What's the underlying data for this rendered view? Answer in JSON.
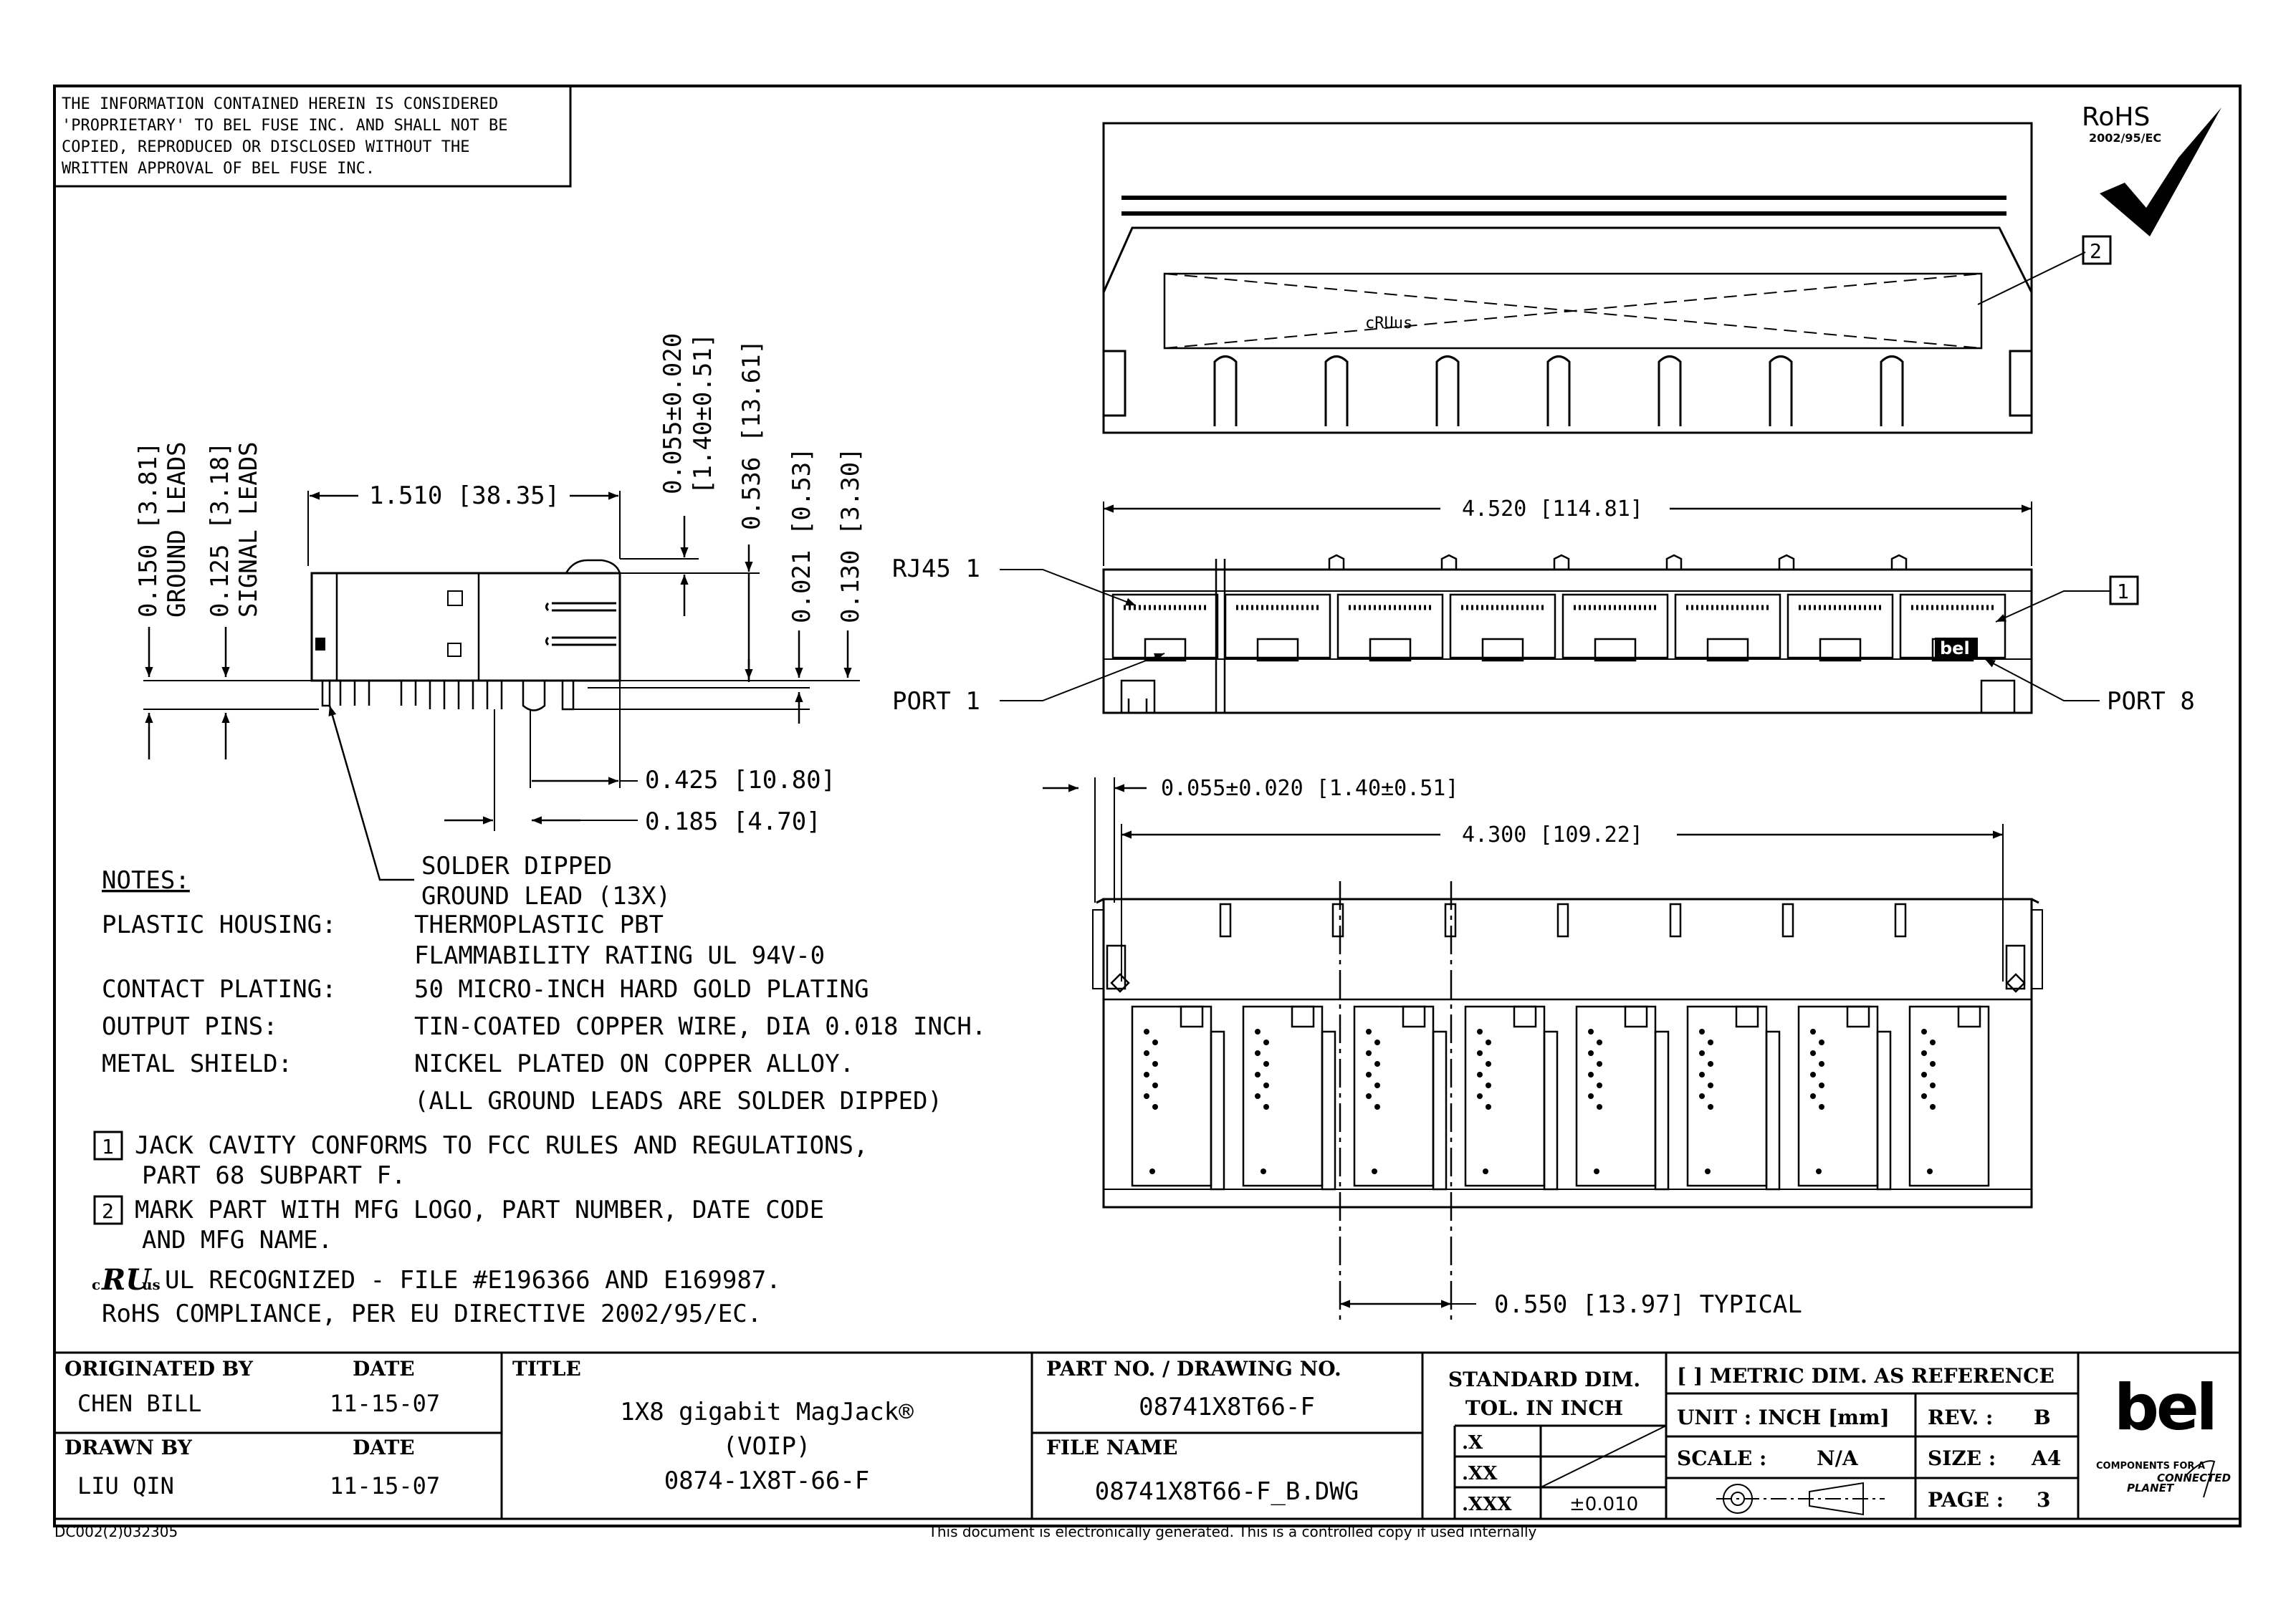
{
  "proprietary_notice": [
    "THE INFORMATION CONTAINED HEREIN IS CONSIDERED",
    "'PROPRIETARY' TO BEL FUSE INC. AND SHALL NOT BE",
    "COPIED, REPRODUCED OR DISCLOSED WITHOUT THE",
    "WRITTEN APPROVAL OF BEL FUSE INC."
  ],
  "rohs": {
    "label": "RoHS",
    "directive": "2002/95/EC"
  },
  "dims": {
    "side_length": "1.510 [38.35]",
    "lead_ground": "0.150 [3.81]",
    "lead_ground_label": "GROUND LEADS",
    "lead_signal": "0.125 [3.18]",
    "lead_signal_label": "SIGNAL LEADS",
    "tab_a": "0.055±0.020",
    "tab_b": "[1.40±0.51]",
    "height": "0.536 [13.61]",
    "standoff": "0.021 [0.53]",
    "pin_len": "0.130 [3.30]",
    "dim_0425": "0.425 [10.80]",
    "dim_0185": "0.185 [4.70]",
    "front_width": "4.520 [114.81]",
    "pcb_offset": "0.055±0.020 [1.40±0.51]",
    "pcb_width": "4.300 [109.22]",
    "pitch": "0.550 [13.97] TYPICAL"
  },
  "labels": {
    "rj45": "RJ45 1",
    "port1": "PORT 1",
    "port8": "PORT 8",
    "callout1": "1",
    "callout2": "2",
    "solder_1": "SOLDER DIPPED",
    "solder_2": "GROUND LEAD (13X)",
    "bel_small": "bel",
    "ul_mark": "cRUus"
  },
  "notes": {
    "heading": "NOTES:",
    "rows": [
      {
        "k": "PLASTIC HOUSING:",
        "v": "THERMOPLASTIC PBT"
      },
      {
        "k": "",
        "v": "FLAMMABILITY RATING UL 94V-0"
      },
      {
        "k": "CONTACT PLATING:",
        "v": "50 MICRO-INCH HARD GOLD PLATING"
      },
      {
        "k": "OUTPUT PINS:",
        "v": "TIN-COATED COPPER WIRE, DIA 0.018 INCH."
      },
      {
        "k": "METAL SHIELD:",
        "v": "NICKEL PLATED ON COPPER ALLOY."
      },
      {
        "k": "",
        "v": "(ALL GROUND LEADS ARE SOLDER DIPPED)"
      }
    ],
    "n1_num": "1",
    "n1_a": "JACK CAVITY CONFORMS TO FCC RULES AND REGULATIONS,",
    "n1_b": "PART 68 SUBPART F.",
    "n2_num": "2",
    "n2_a": "MARK PART WITH MFG LOGO, PART NUMBER, DATE CODE",
    "n2_b": "AND MFG NAME.",
    "ul_line": "UL RECOGNIZED - FILE #E196366 AND E169987.",
    "rohs_line": "RoHS COMPLIANCE, PER EU DIRECTIVE 2002/95/EC."
  },
  "title_block": {
    "originated_by_h": "ORIGINATED BY",
    "date_h1": "DATE",
    "originated_by": "CHEN BILL",
    "date1": "11-15-07",
    "drawn_by_h": "DRAWN BY",
    "date_h2": "DATE",
    "drawn_by": "LIU QIN",
    "date2": "11-15-07",
    "title_h": "TITLE",
    "title_1": "1X8 gigabit MagJack®",
    "title_2": "(VOIP)",
    "title_3": "0874-1X8T-66-F",
    "part_no_h": "PART NO. / DRAWING NO.",
    "part_no": "08741X8T66-F",
    "file_name_h": "FILE NAME",
    "file_name": "08741X8T66-F_B.DWG",
    "std_dim_1": "STANDARD DIM.",
    "std_dim_2": "TOL. IN INCH",
    "tol_x": ".X",
    "tol_xx": ".XX",
    "tol_xxx": ".XXX",
    "tol_xxx_val": "±0.010",
    "metric_note": "[ ] METRIC DIM. AS REFERENCE",
    "unit": "UNIT : INCH [mm]",
    "rev_h": "REV. :",
    "rev": "B",
    "scale_h": "SCALE :",
    "scale": "N/A",
    "size_h": "SIZE :",
    "size": "A4",
    "page_h": "PAGE :",
    "page": "3",
    "logo": "bel",
    "tag_1": "COMPONENTS FOR A",
    "tag_2": "CONNECTED",
    "tag_3": "PLANET"
  },
  "footer": {
    "doc_code": "DC002(2)032305",
    "notice": "This document is electronically generated. This is a controlled copy if used internally"
  }
}
